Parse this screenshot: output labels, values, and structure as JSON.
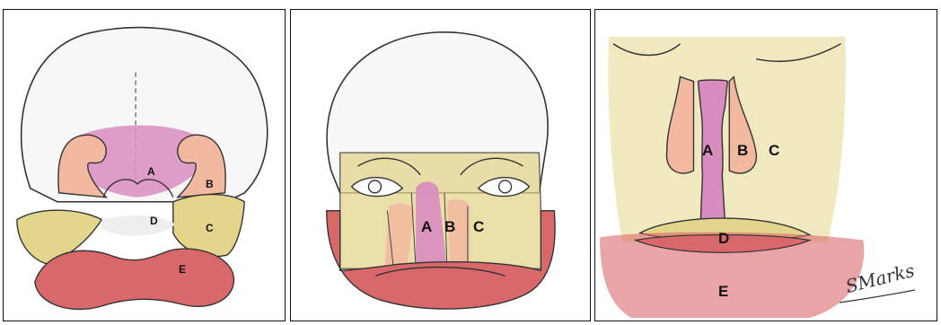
{
  "panels": [
    {
      "labels": {
        "a": "A",
        "b": "B",
        "c": "C",
        "d": "D",
        "e": "E"
      }
    },
    {
      "labels": {
        "a": "A",
        "b": "B",
        "c": "C"
      }
    },
    {
      "labels": {
        "a": "A",
        "b": "B",
        "c": "C",
        "d": "D",
        "e": "E"
      },
      "signature": "SMarks"
    }
  ],
  "colors": {
    "pink": "#d98cc0",
    "peach": "#f2b9a0",
    "yellow": "#e3d58b",
    "red": "#d9686a",
    "outline": "#333333"
  }
}
